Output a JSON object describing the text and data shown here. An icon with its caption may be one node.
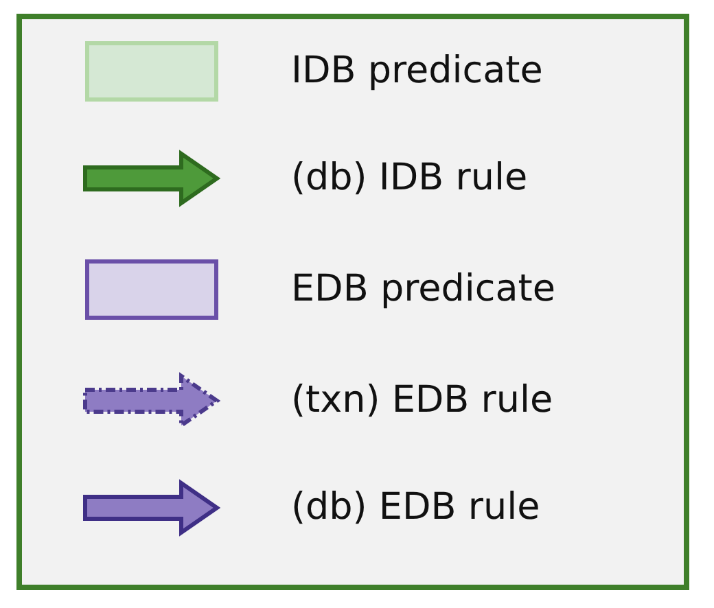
{
  "diagram": {
    "legend": [
      {
        "text": "IDB predicate",
        "color": "#d5e8d4"
      },
      {
        "text": "(db) IDB rule"
      },
      {
        "text": "EDB predicate",
        "color": "#d9d3ea"
      },
      {
        "text": "(txn) EDB rule"
      },
      {
        "text": "(db) EDB rule"
      }
    ]
  }
}
